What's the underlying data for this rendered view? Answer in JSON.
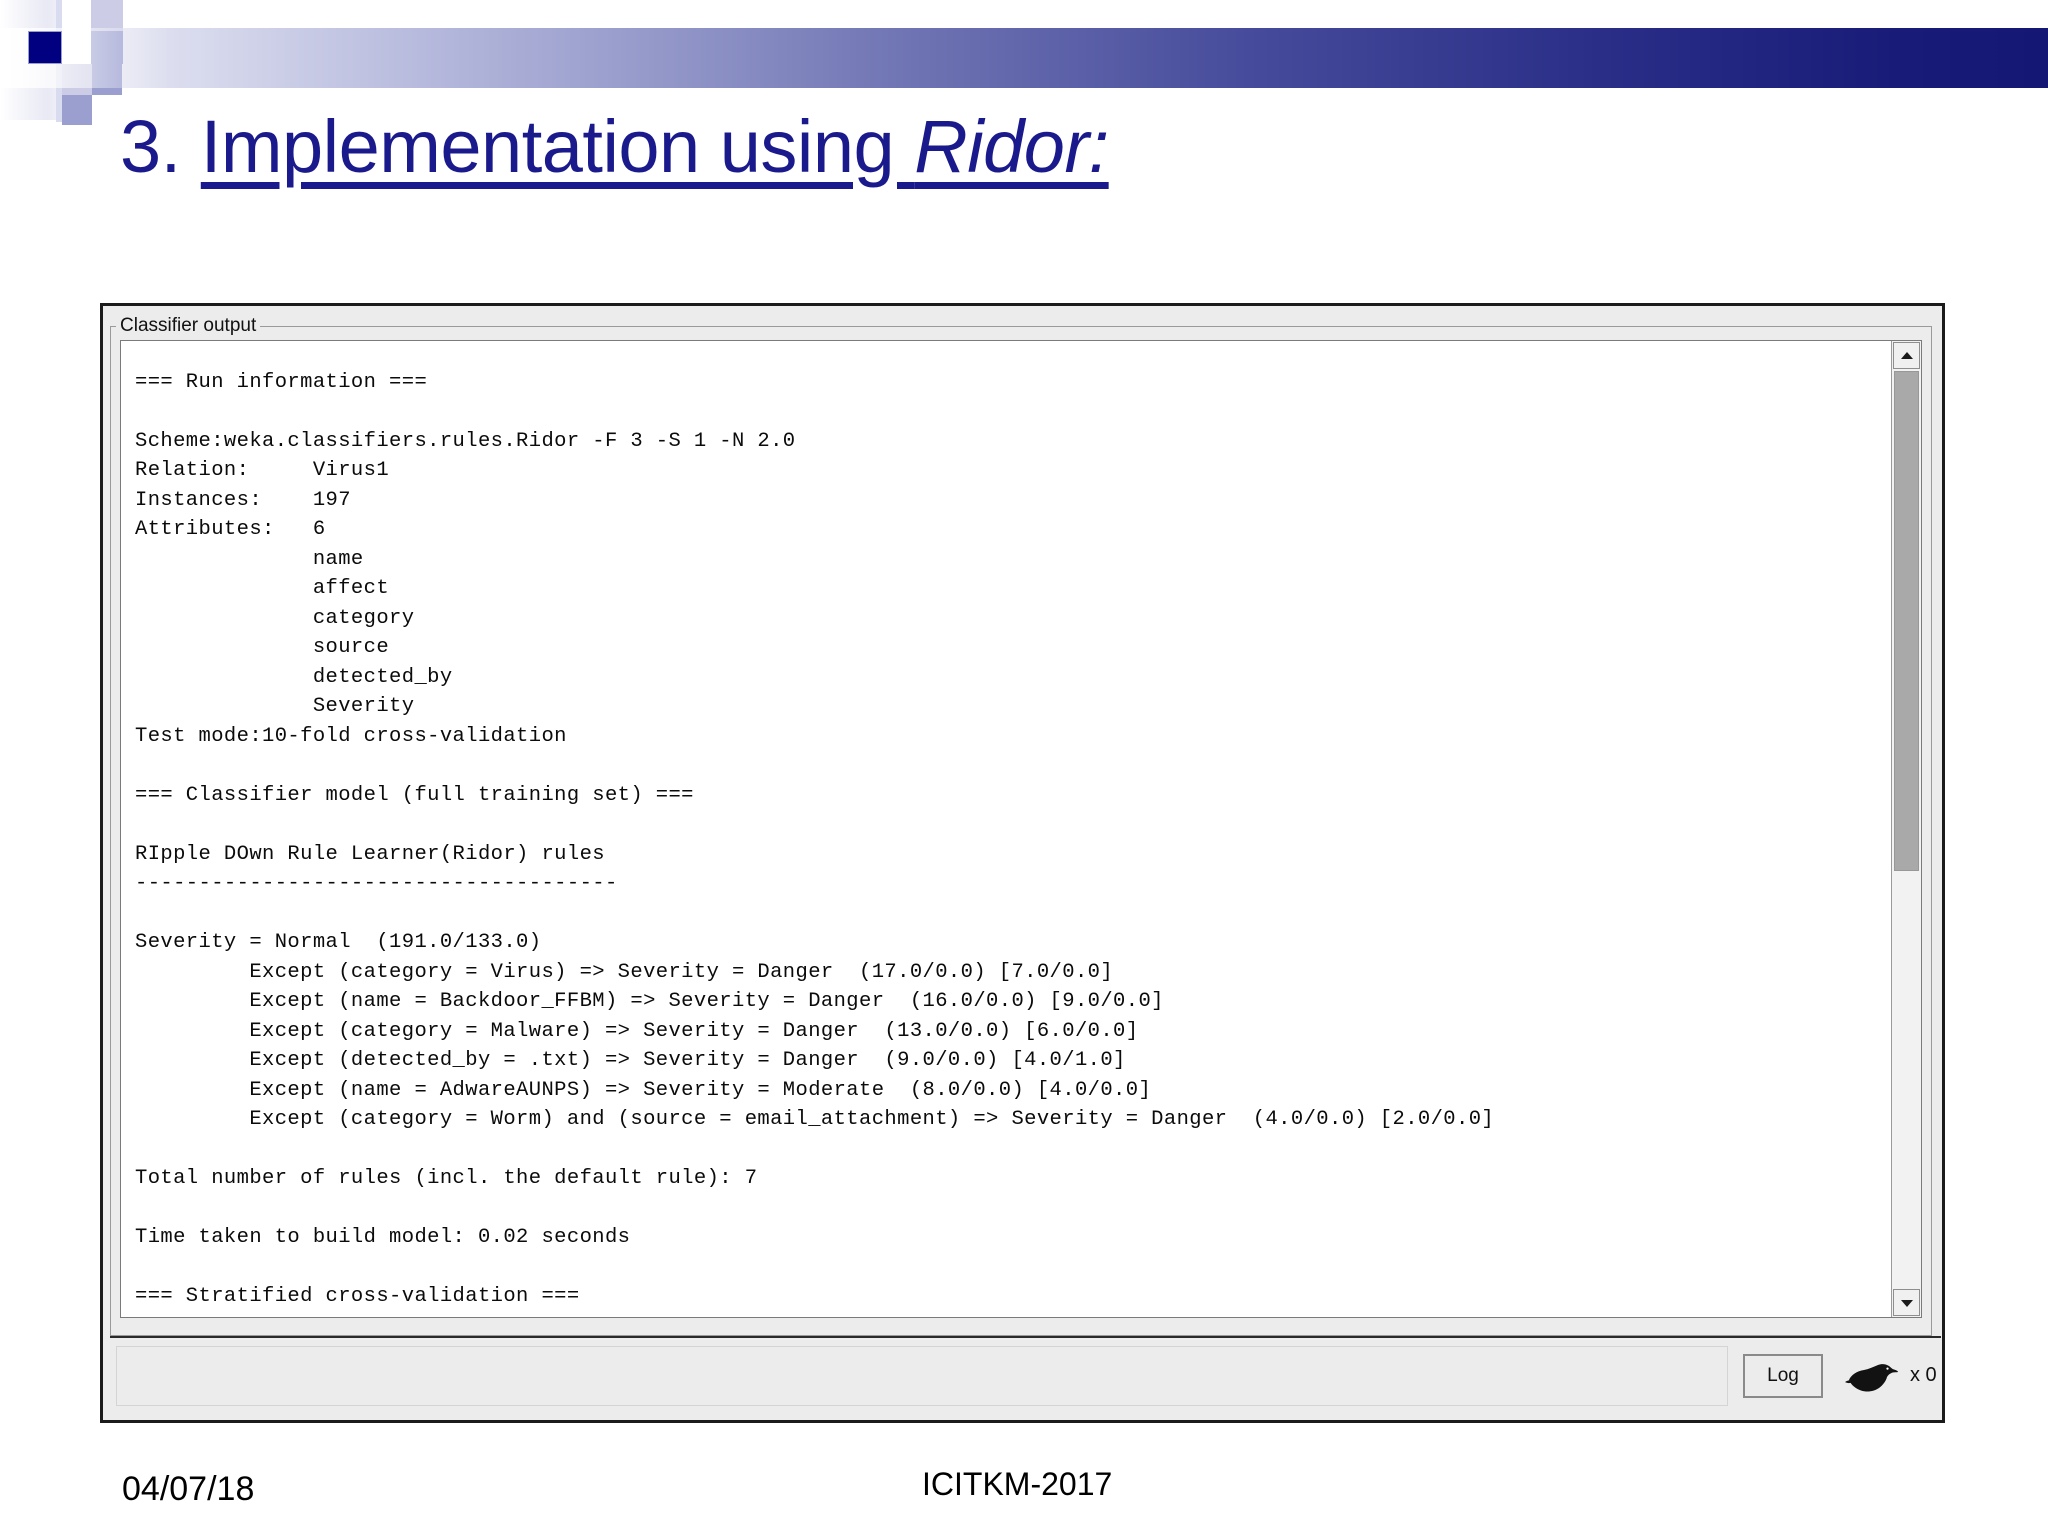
{
  "slide": {
    "title_number": "3.",
    "title_main": "Implementation using ",
    "title_italic": "Ridor:",
    "title_color": "#1a1a8c",
    "accent_color": "#000080"
  },
  "weka": {
    "group_label": "Classifier output",
    "output_text": "=== Run information ===\n\nScheme:weka.classifiers.rules.Ridor -F 3 -S 1 -N 2.0\nRelation:     Virus1\nInstances:    197\nAttributes:   6\n              name\n              affect\n              category\n              source\n              detected_by\n              Severity\nTest mode:10-fold cross-validation\n\n=== Classifier model (full training set) ===\n\nRIpple DOwn Rule Learner(Ridor) rules\n--------------------------------------\n\nSeverity = Normal  (191.0/133.0)\n         Except (category = Virus) => Severity = Danger  (17.0/0.0) [7.0/0.0]\n         Except (name = Backdoor_FFBM) => Severity = Danger  (16.0/0.0) [9.0/0.0]\n         Except (category = Malware) => Severity = Danger  (13.0/0.0) [6.0/0.0]\n         Except (detected_by = .txt) => Severity = Danger  (9.0/0.0) [4.0/1.0]\n         Except (name = AdwareAUNPS) => Severity = Moderate  (8.0/0.0) [4.0/0.0]\n         Except (category = Worm) and (source = email_attachment) => Severity = Danger  (4.0/0.0) [2.0/0.0]\n\nTotal number of rules (incl. the default rule): 7\n\nTime taken to build model: 0.02 seconds\n\n=== Stratified cross-validation ===\n=== Summary ===",
    "log_button_label": "Log",
    "bird_count_label": "x 0",
    "status_text": "",
    "scroll_up_icon": "chevron-up-icon",
    "scroll_down_icon": "chevron-down-icon"
  },
  "run_information": {
    "scheme": "weka.classifiers.rules.Ridor -F 3 -S 1 -N 2.0",
    "relation": "Virus1",
    "instances": "197",
    "attributes_count": "6",
    "attributes": [
      "name",
      "affect",
      "category",
      "source",
      "detected_by",
      "Severity"
    ],
    "test_mode": "10-fold cross-validation",
    "model_title": "RIpple DOwn Rule Learner(Ridor) rules",
    "default_rule": "Severity = Normal  (191.0/133.0)",
    "rules": [
      "Except (category = Virus) => Severity = Danger  (17.0/0.0) [7.0/0.0]",
      "Except (name = Backdoor_FFBM) => Severity = Danger  (16.0/0.0) [9.0/0.0]",
      "Except (category = Malware) => Severity = Danger  (13.0/0.0) [6.0/0.0]",
      "Except (detected_by = .txt) => Severity = Danger  (9.0/0.0) [4.0/1.0]",
      "Except (name = AdwareAUNPS) => Severity = Moderate  (8.0/0.0) [4.0/0.0]",
      "Except (category = Worm) and (source = email_attachment) => Severity = Danger  (4.0/0.0) [2.0/0.0]"
    ],
    "total_rules": "7",
    "time_taken": "0.02 seconds"
  },
  "footer": {
    "date": "04/07/18",
    "center": "ICITKM-2017"
  }
}
